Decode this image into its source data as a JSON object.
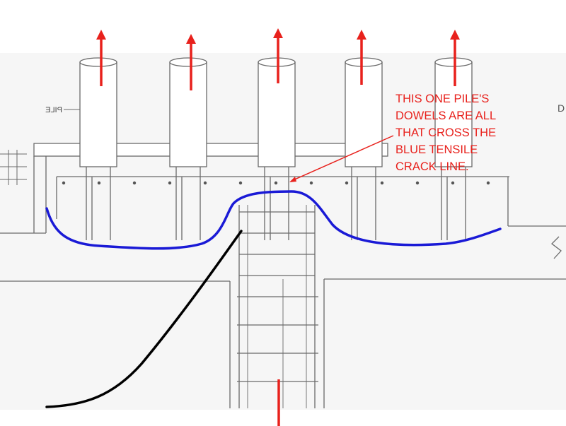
{
  "drawing": {
    "pile_label": "PILE",
    "edge_fragment": "D",
    "pile_count": 5
  },
  "annotation": {
    "lines": [
      "THIS ONE PILE'S",
      "DOWELS ARE ALL",
      "THAT CROSS THE",
      "BLUE TENSILE",
      "CRACK LINE."
    ],
    "color": "#e8211c"
  },
  "markup_colors": {
    "tension_arrows": "#e8211c",
    "crack_line": "#1a1ad6",
    "black_curve": "#000000"
  }
}
